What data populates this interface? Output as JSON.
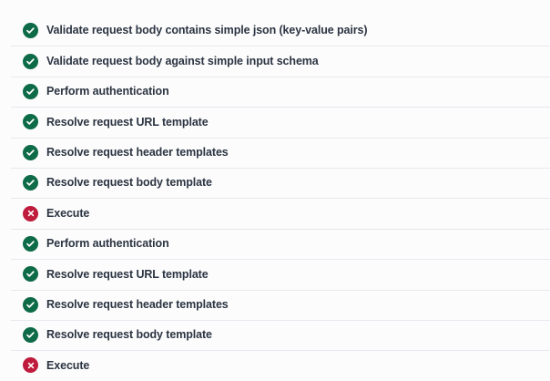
{
  "theme": {
    "background": "#fcfcfc",
    "row_background": "#fcfcfc",
    "top_rule_color": "#c3c9d2",
    "divider_color": "#e6e9ee",
    "text_color": "#2b3442",
    "success_color": "#0e6b47",
    "error_color": "#bf1b3d"
  },
  "step_list": {
    "name": "request-execution-steps",
    "rows": [
      {
        "status": "success",
        "icon": "check-circle-icon",
        "label": "Validate request body contains simple json (key-value pairs)"
      },
      {
        "status": "success",
        "icon": "check-circle-icon",
        "label": "Validate request body against simple input schema"
      },
      {
        "status": "success",
        "icon": "check-circle-icon",
        "label": "Perform authentication"
      },
      {
        "status": "success",
        "icon": "check-circle-icon",
        "label": "Resolve request URL template"
      },
      {
        "status": "success",
        "icon": "check-circle-icon",
        "label": "Resolve request header templates"
      },
      {
        "status": "success",
        "icon": "check-circle-icon",
        "label": "Resolve request body template"
      },
      {
        "status": "error",
        "icon": "error-circle-icon",
        "label": "Execute"
      },
      {
        "status": "success",
        "icon": "check-circle-icon",
        "label": "Perform authentication"
      },
      {
        "status": "success",
        "icon": "check-circle-icon",
        "label": "Resolve request URL template"
      },
      {
        "status": "success",
        "icon": "check-circle-icon",
        "label": "Resolve request header templates"
      },
      {
        "status": "success",
        "icon": "check-circle-icon",
        "label": "Resolve request body template"
      },
      {
        "status": "error",
        "icon": "error-circle-icon",
        "label": "Execute"
      }
    ]
  }
}
